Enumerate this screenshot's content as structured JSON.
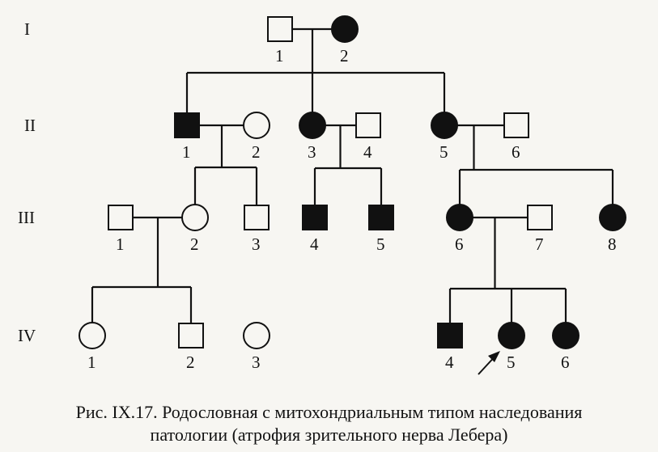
{
  "generations": [
    {
      "id": "I",
      "label": "I"
    },
    {
      "id": "II",
      "label": "II"
    },
    {
      "id": "III",
      "label": "III"
    },
    {
      "id": "IV",
      "label": "IV"
    }
  ],
  "individuals": [
    {
      "id": "I-1",
      "gen": "I",
      "number": "1",
      "sex": "male",
      "affected": false
    },
    {
      "id": "I-2",
      "gen": "I",
      "number": "2",
      "sex": "female",
      "affected": true
    },
    {
      "id": "II-1",
      "gen": "II",
      "number": "1",
      "sex": "male",
      "affected": true
    },
    {
      "id": "II-2",
      "gen": "II",
      "number": "2",
      "sex": "female",
      "affected": false
    },
    {
      "id": "II-3",
      "gen": "II",
      "number": "3",
      "sex": "female",
      "affected": true
    },
    {
      "id": "II-4",
      "gen": "II",
      "number": "4",
      "sex": "male",
      "affected": false
    },
    {
      "id": "II-5",
      "gen": "II",
      "number": "5",
      "sex": "female",
      "affected": true
    },
    {
      "id": "II-6",
      "gen": "II",
      "number": "6",
      "sex": "male",
      "affected": false
    },
    {
      "id": "III-1",
      "gen": "III",
      "number": "1",
      "sex": "male",
      "affected": false
    },
    {
      "id": "III-2",
      "gen": "III",
      "number": "2",
      "sex": "female",
      "affected": false
    },
    {
      "id": "III-3",
      "gen": "III",
      "number": "3",
      "sex": "male",
      "affected": false
    },
    {
      "id": "III-4",
      "gen": "III",
      "number": "4",
      "sex": "male",
      "affected": true
    },
    {
      "id": "III-5",
      "gen": "III",
      "number": "5",
      "sex": "male",
      "affected": true
    },
    {
      "id": "III-6",
      "gen": "III",
      "number": "6",
      "sex": "female",
      "affected": true
    },
    {
      "id": "III-7",
      "gen": "III",
      "number": "7",
      "sex": "male",
      "affected": false
    },
    {
      "id": "III-8",
      "gen": "III",
      "number": "8",
      "sex": "female",
      "affected": true
    },
    {
      "id": "IV-1",
      "gen": "IV",
      "number": "1",
      "sex": "female",
      "affected": false
    },
    {
      "id": "IV-2",
      "gen": "IV",
      "number": "2",
      "sex": "male",
      "affected": false
    },
    {
      "id": "IV-3",
      "gen": "IV",
      "number": "3",
      "sex": "female",
      "affected": false
    },
    {
      "id": "IV-4",
      "gen": "IV",
      "number": "4",
      "sex": "male",
      "affected": true
    },
    {
      "id": "IV-5",
      "gen": "IV",
      "number": "5",
      "sex": "female",
      "affected": true,
      "proband": true
    },
    {
      "id": "IV-6",
      "gen": "IV",
      "number": "6",
      "sex": "female",
      "affected": true
    }
  ],
  "couples": [
    {
      "id": "c1",
      "partners": [
        "I-1",
        "I-2"
      ],
      "children": [
        "II-1",
        "II-3",
        "II-5"
      ]
    },
    {
      "id": "c2",
      "partners": [
        "II-1",
        "II-2"
      ],
      "children": [
        "III-2",
        "III-3"
      ]
    },
    {
      "id": "c3",
      "partners": [
        "II-3",
        "II-4"
      ],
      "children": [
        "III-4",
        "III-5"
      ]
    },
    {
      "id": "c4",
      "partners": [
        "II-5",
        "II-6"
      ],
      "children": [
        "III-6",
        "III-8"
      ]
    },
    {
      "id": "c5",
      "partners": [
        "III-1",
        "III-2"
      ],
      "children": [
        "IV-1",
        "IV-2"
      ]
    },
    {
      "id": "c6",
      "partners": [
        "III-6",
        "III-7"
      ],
      "children": [
        "IV-4",
        "IV-5",
        "IV-6"
      ]
    }
  ],
  "caption": {
    "line1": "Рис. IX.17. Родословная с митохондриальным типом наследования",
    "line2": "патологии (атрофия зрительного нерва Лебера)"
  },
  "colors": {
    "ink": "#111111",
    "background": "#f7f6f2"
  }
}
